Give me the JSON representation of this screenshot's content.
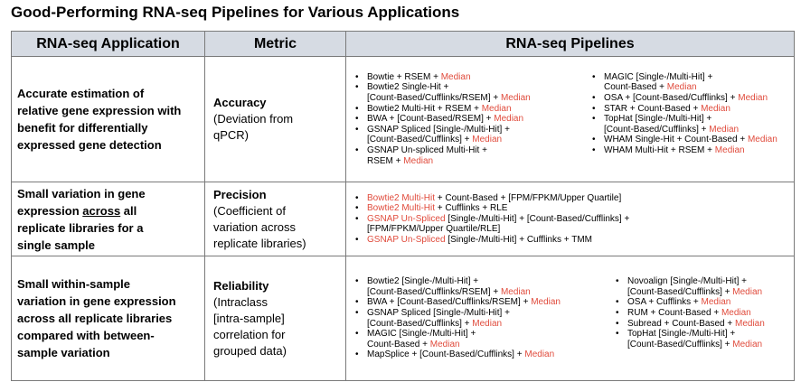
{
  "title": "Good-Performing RNA-seq Pipelines for Various Applications",
  "headers": [
    "RNA-seq Application",
    "Metric",
    "RNA-seq Pipelines"
  ],
  "rows": [
    {
      "app_lines": [
        "Accurate estimation of",
        "relative gene expression with",
        "benefit for differentially",
        "expressed gene detection"
      ],
      "metric_name": "Accuracy",
      "metric_desc": [
        "(Deviation from",
        "qPCR)"
      ],
      "left": [
        [
          "Bowtie + RSEM + ",
          "Median"
        ],
        [
          "Bowtie2 Single-Hit +",
          ""
        ],
        [
          "[Count-Based/Cufflinks/RSEM] + ",
          "Median"
        ],
        [
          "Bowtie2 Multi-Hit + RSEM + ",
          "Median"
        ],
        [
          "BWA + [Count-Based/RSEM] + ",
          "Median"
        ],
        [
          "GSNAP Spliced [Single-/Multi-Hit] +",
          ""
        ],
        [
          "[Count-Based/Cufflinks] + ",
          "Median"
        ],
        [
          "GSNAP Un-spliced Multi-Hit +",
          ""
        ],
        [
          "RSEM + ",
          "Median"
        ]
      ],
      "right": [
        [
          "MAGIC [Single-/Multi-Hit] +",
          ""
        ],
        [
          "Count-Based + ",
          "Median"
        ],
        [
          "OSA + [Count-Based/Cufflinks] + ",
          "Median"
        ],
        [
          "STAR + Count-Based + ",
          "Median"
        ],
        [
          "TopHat [Single-/Multi-Hit] +",
          ""
        ],
        [
          "[Count-Based/Cufflinks] + ",
          "Median"
        ],
        [
          "WHAM Single-Hit + Count-Based + ",
          "Median"
        ],
        [
          "WHAM Multi-Hit + RSEM + ",
          "Median"
        ]
      ]
    },
    {
      "app_pre": "Small variation in gene",
      "app_line2_a": "expression ",
      "app_line2_u": "across",
      "app_line2_b": " all",
      "app_line3": "replicate libraries for a",
      "app_line4": "single sample",
      "metric_name": "Precision",
      "metric_desc": [
        "(Coefficient of",
        "variation across",
        "replicate libraries)"
      ],
      "items": [
        [
          "Bowtie2 Multi-Hit",
          " + Count-Based + [FPM/FPKM/Upper Quartile]"
        ],
        [
          "Bowtie2 Multi-Hit",
          " + Cufflinks + RLE"
        ],
        [
          "GSNAP Un-Spliced",
          " [Single-/Multi-Hit] + [Count-Based/Cufflinks] +"
        ],
        [
          "",
          "[FPM/FPKM/Upper Quartile/RLE]"
        ],
        [
          "GSNAP Un-Spliced",
          " [Single-/Multi-Hit] + Cufflinks + TMM"
        ]
      ]
    },
    {
      "app_lines": [
        "Small within-sample",
        "variation in gene expression",
        "across all replicate libraries",
        "compared with between-",
        "sample variation"
      ],
      "metric_name": "Reliability",
      "metric_desc": [
        "(Intraclass",
        "[intra-sample]",
        "correlation for",
        "grouped data)"
      ],
      "left": [
        [
          "Bowtie2 [Single-/Multi-Hit] +",
          ""
        ],
        [
          "[Count-Based/Cufflinks/RSEM] + ",
          "Median"
        ],
        [
          "BWA + [Count-Based/Cufflinks/RSEM] + ",
          "Median"
        ],
        [
          "GSNAP Spliced [Single-/Multi-Hit] +",
          ""
        ],
        [
          "[Count-Based/Cufflinks] + ",
          "Median"
        ],
        [
          "MAGIC [Single-/Multi-Hit] +",
          ""
        ],
        [
          "Count-Based + ",
          "Median"
        ],
        [
          "MapSplice + [Count-Based/Cufflinks] + ",
          "Median"
        ]
      ],
      "right": [
        [
          "Novoalign [Single-/Multi-Hit] +",
          ""
        ],
        [
          "[Count-Based/Cufflinks] + ",
          "Median"
        ],
        [
          "OSA + Cufflinks + ",
          "Median"
        ],
        [
          "RUM + Count-Based + ",
          "Median"
        ],
        [
          "Subread + Count-Based + ",
          "Median"
        ],
        [
          "TopHat [Single-/Multi-Hit] +",
          ""
        ],
        [
          "[Count-Based/Cufflinks] + ",
          "Median"
        ]
      ]
    }
  ],
  "bullet_lines": {
    "r1_left": [
      true,
      true,
      false,
      true,
      true,
      true,
      false,
      true,
      false
    ],
    "r1_right": [
      true,
      false,
      true,
      true,
      true,
      false,
      true,
      true
    ],
    "r2": [
      true,
      true,
      true,
      false,
      true
    ],
    "r3_left": [
      true,
      false,
      true,
      true,
      false,
      true,
      false,
      true
    ],
    "r3_right": [
      true,
      false,
      true,
      true,
      true,
      true,
      false
    ]
  },
  "accent_color": "#e04b3c"
}
